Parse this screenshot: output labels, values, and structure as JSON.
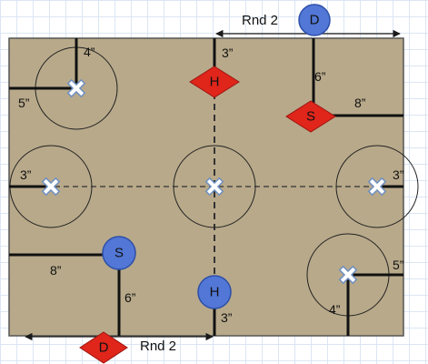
{
  "colors": {
    "board": "#b8a98a",
    "ink": "#1a1a1a",
    "marker_fill": "#ffffff",
    "marker_stroke": "#6f8fbf",
    "red_token": "#e0251b",
    "blue_token": "#5277d6"
  },
  "markers": [
    {
      "name": "marker-top-left",
      "icon": "x-cross-icon"
    },
    {
      "name": "marker-mid-left",
      "icon": "x-cross-icon"
    },
    {
      "name": "marker-center",
      "icon": "x-cross-icon"
    },
    {
      "name": "marker-mid-right",
      "icon": "x-cross-icon"
    },
    {
      "name": "marker-bottom-right",
      "icon": "x-cross-icon"
    }
  ],
  "tokens": [
    {
      "name": "token-d-top",
      "shape": "circle",
      "color": "blue",
      "letter": "D"
    },
    {
      "name": "token-h-top",
      "shape": "diamond",
      "color": "red",
      "letter": "H"
    },
    {
      "name": "token-s-top",
      "shape": "diamond",
      "color": "red",
      "letter": "S"
    },
    {
      "name": "token-s-bottom",
      "shape": "circle",
      "color": "blue",
      "letter": "S"
    },
    {
      "name": "token-h-bottom",
      "shape": "circle",
      "color": "blue",
      "letter": "H"
    },
    {
      "name": "token-d-bottom",
      "shape": "diamond",
      "color": "red",
      "letter": "D"
    }
  ],
  "labels": {
    "rnd_top": "Rnd 2",
    "rnd_bottom": "Rnd 2",
    "tl_top": "4”",
    "tl_left": "5”",
    "h_top": "3”",
    "s_top_vertical": "6”",
    "s_top_horizontal": "8”",
    "mid_left": "3”",
    "mid_right": "3”",
    "s_bottom_horizontal": "8”",
    "s_bottom_vertical": "6”",
    "br_right": "5”",
    "br_bottom": "4”",
    "h_bottom": "3”"
  }
}
